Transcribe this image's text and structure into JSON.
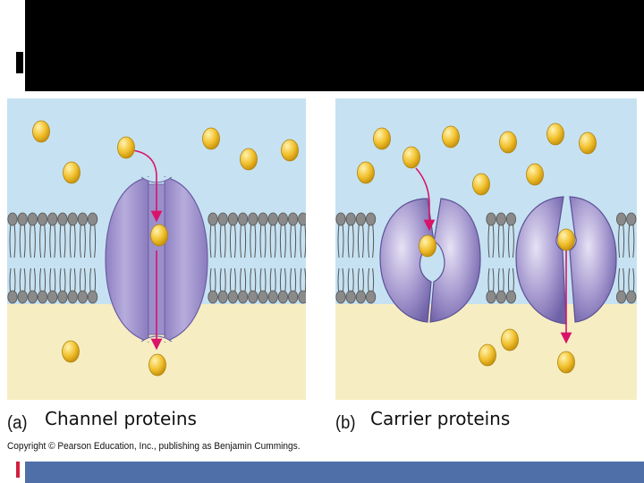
{
  "figure": {
    "panel_a": {
      "letter": "(a)",
      "caption": "Channel proteins"
    },
    "panel_b": {
      "letter": "(b)",
      "caption": "Carrier proteins"
    },
    "copyright": "Copyright © Pearson Education, Inc., publishing as Benjamin Cummings."
  },
  "colors": {
    "extracellular": "#c6e2f2",
    "cytoplasm": "#f6eec2",
    "protein": "#a79bd0",
    "protein_dark": "#7f70b4",
    "solute": "#f2c12e",
    "arrow": "#d8146a",
    "lipid_head": "#8a8a8a",
    "header_bar": "#000000",
    "footer_bar": "#4f6fa8"
  }
}
